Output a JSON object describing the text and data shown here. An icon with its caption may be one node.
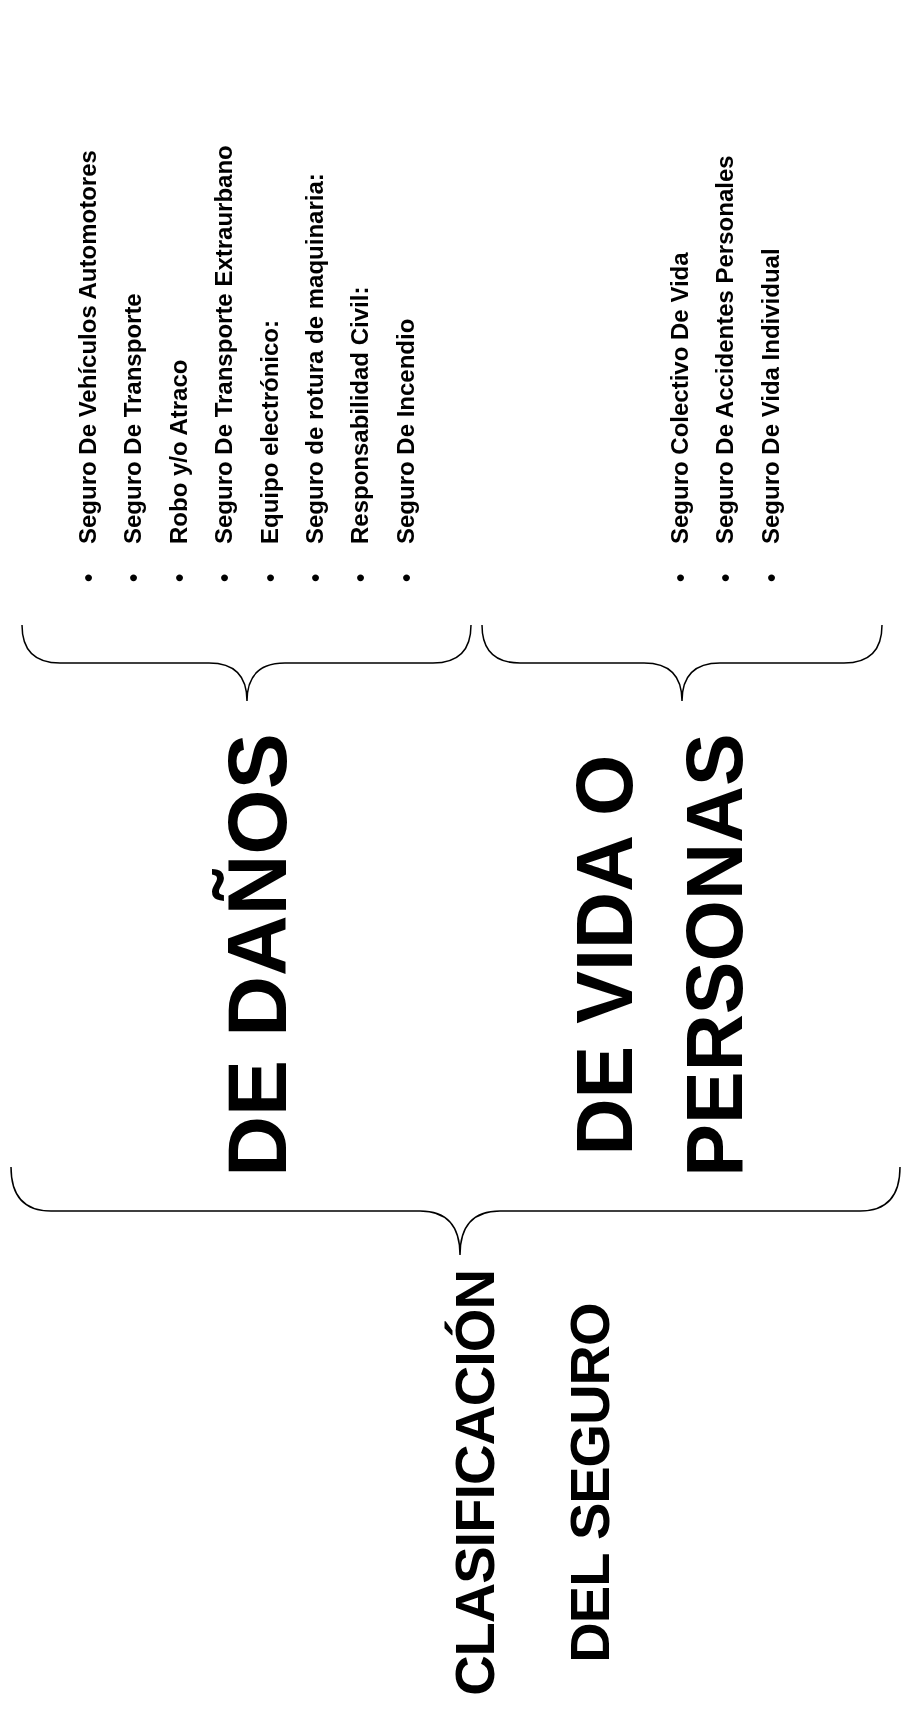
{
  "diagram": {
    "labels": [
      "CLASIFICACIÓN DEL SEGURO",
      "DE DAÑOS",
      "DE VIDA O PERSONAS",
      "•",
      "Seguro De Vehículos Automotores",
      "•",
      "Seguro De Transporte",
      "•",
      "Robo y/o Atraco",
      "•",
      "Seguro De Transporte Extraurbano",
      "•",
      "Equipo electrónico:",
      "•",
      "Seguro de rotura de maquinaria:",
      "•",
      "Responsabilidad Civil:",
      "•",
      "Seguro De Incendio",
      "•",
      "Seguro Colectivo De Vida",
      "•",
      "Seguro De Accidentes Personales",
      "•",
      "Seguro De Vida Individual"
    ]
  }
}
